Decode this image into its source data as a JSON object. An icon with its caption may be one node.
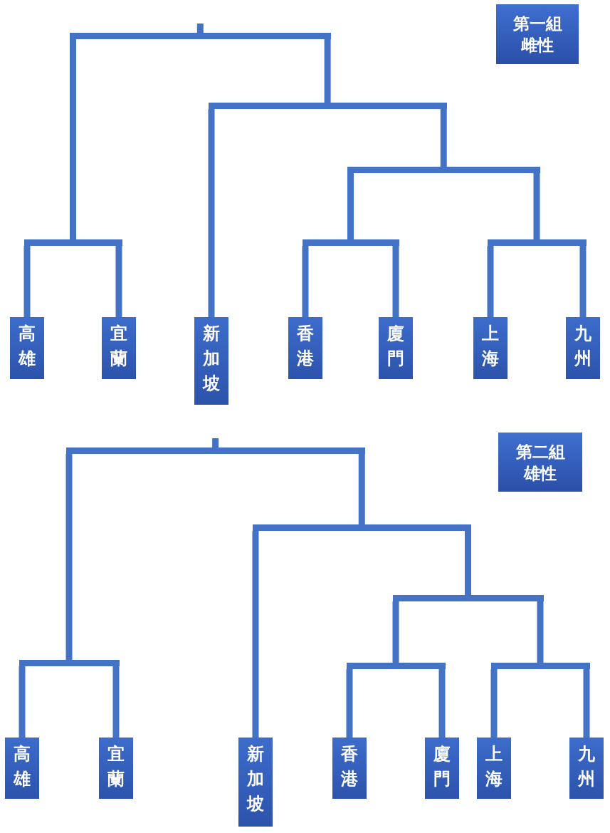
{
  "diagram": {
    "nodes": [
      {
        "text": [
          "第一組",
          "雌性"
        ]
      },
      {
        "text": [],
        "shape": "bar"
      },
      {
        "text": [],
        "shape": "bar"
      },
      {
        "text": [],
        "shape": "bar"
      },
      {
        "text": [],
        "shape": "bar"
      },
      {
        "text": [],
        "shape": "bar"
      },
      {
        "text": [],
        "shape": "bar"
      },
      {
        "text": [
          "高雄"
        ]
      },
      {
        "text": [
          "宜蘭"
        ]
      },
      {
        "text": [
          "新加坡"
        ]
      },
      {
        "text": [
          "香港"
        ]
      },
      {
        "text": [
          "廈門"
        ]
      },
      {
        "text": [
          "上海"
        ]
      },
      {
        "text": [
          "九州"
        ]
      },
      {
        "text": [
          "第二組",
          "雄性"
        ]
      },
      {
        "text": [],
        "shape": "bar"
      },
      {
        "text": [],
        "shape": "bar"
      },
      {
        "text": [],
        "shape": "bar"
      },
      {
        "text": [],
        "shape": "bar"
      },
      {
        "text": [],
        "shape": "bar"
      },
      {
        "text": [],
        "shape": "bar"
      },
      {
        "text": [
          "高雄"
        ]
      },
      {
        "text": [
          "宜蘭"
        ]
      },
      {
        "text": [
          "新加坡"
        ]
      },
      {
        "text": [
          "香港"
        ]
      },
      {
        "text": [
          "廈門"
        ]
      },
      {
        "text": [
          "上海"
        ]
      },
      {
        "text": [
          "九州"
        ]
      }
    ],
    "edges": [
      {
        "from": null,
        "to": 1,
        "arrow": "none"
      },
      {
        "from": 1,
        "to": 2,
        "arrow": "none"
      },
      {
        "from": 1,
        "to": 3,
        "arrow": "none"
      },
      {
        "from": 2,
        "to": 7,
        "arrow": "none"
      },
      {
        "from": 2,
        "to": 8,
        "arrow": "none"
      },
      {
        "from": 3,
        "to": 9,
        "arrow": "none"
      },
      {
        "from": 3,
        "to": 4,
        "arrow": "none"
      },
      {
        "from": 4,
        "to": 5,
        "arrow": "none"
      },
      {
        "from": 4,
        "to": 6,
        "arrow": "none"
      },
      {
        "from": 5,
        "to": 10,
        "arrow": "none"
      },
      {
        "from": 5,
        "to": 11,
        "arrow": "none"
      },
      {
        "from": 6,
        "to": 12,
        "arrow": "none"
      },
      {
        "from": 6,
        "to": 13,
        "arrow": "none"
      },
      {
        "from": null,
        "to": 15,
        "arrow": "none"
      },
      {
        "from": 15,
        "to": 16,
        "arrow": "none"
      },
      {
        "from": 15,
        "to": 17,
        "arrow": "none"
      },
      {
        "from": 16,
        "to": 21,
        "arrow": "none"
      },
      {
        "from": 16,
        "to": 22,
        "arrow": "none"
      },
      {
        "from": 17,
        "to": 23,
        "arrow": "none"
      },
      {
        "from": 17,
        "to": 18,
        "arrow": "none"
      },
      {
        "from": 18,
        "to": 19,
        "arrow": "none"
      },
      {
        "from": 18,
        "to": 20,
        "arrow": "none"
      },
      {
        "from": 19,
        "to": 24,
        "arrow": "none"
      },
      {
        "from": 19,
        "to": 25,
        "arrow": "none"
      },
      {
        "from": 20,
        "to": 26,
        "arrow": "none"
      },
      {
        "from": 20,
        "to": 27,
        "arrow": "none"
      }
    ]
  }
}
